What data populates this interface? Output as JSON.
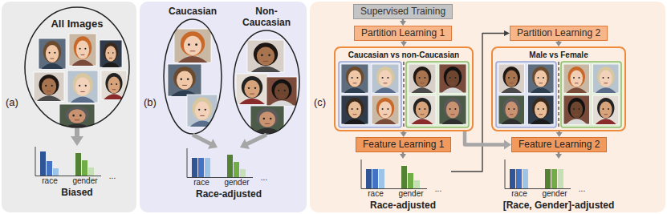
{
  "diagram": {
    "nodes": [
      {
        "text": [
          "(a)"
        ]
      },
      {
        "text": [
          "All Images"
        ],
        "in": 0
      },
      {
        "text": [
          "race",
          "gender",
          "...",
          "Biased"
        ],
        "in": 0
      },
      {
        "text": [
          "(b)"
        ]
      },
      {
        "text": [
          "Caucasian"
        ],
        "in": 3
      },
      {
        "text": [
          "Non-Caucasian"
        ],
        "in": 3
      },
      {
        "text": [
          "race",
          "gender",
          "...",
          "Race-adjusted"
        ],
        "in": 3
      },
      {
        "text": [
          "(c)"
        ]
      },
      {
        "text": [
          "Supervised Training"
        ],
        "in": 7
      },
      {
        "text": [
          "Partition Learning 1"
        ],
        "in": 7
      },
      {
        "text": [
          "Partition Learning 2"
        ],
        "in": 7
      },
      {
        "text": [
          "Caucasian vs non-Caucasian"
        ],
        "in": 7
      },
      {
        "text": [
          "Male vs Female"
        ],
        "in": 7
      },
      {
        "text": [
          "Feature Learning 1"
        ],
        "in": 7
      },
      {
        "text": [
          "Feature Learning 2"
        ],
        "in": 7
      },
      {
        "text": [
          "race",
          "gender",
          "...",
          "Race-adjusted"
        ],
        "in": 7
      },
      {
        "text": [
          "race",
          "gender",
          "...",
          "[Race, Gender]-adjusted"
        ],
        "in": 7
      }
    ],
    "edges": [
      {
        "from": 1,
        "to": 2,
        "arrow": "to"
      },
      {
        "from": 4,
        "to": 6,
        "arrow": "to"
      },
      {
        "from": 5,
        "to": 6,
        "arrow": "to"
      },
      {
        "from": 8,
        "to": 9,
        "arrow": "to"
      },
      {
        "from": 9,
        "to": 11,
        "arrow": "to"
      },
      {
        "from": 11,
        "to": 13,
        "arrow": "to"
      },
      {
        "from": 13,
        "to": 15,
        "arrow": "to"
      },
      {
        "from": 15,
        "to": 10,
        "arrow": "to"
      },
      {
        "from": 10,
        "to": 12,
        "arrow": "to"
      },
      {
        "from": 12,
        "to": 14,
        "arrow": "to"
      },
      {
        "from": 11,
        "to": 14,
        "arrow": "to"
      },
      {
        "from": 14,
        "to": 16,
        "arrow": "to"
      }
    ]
  }
}
